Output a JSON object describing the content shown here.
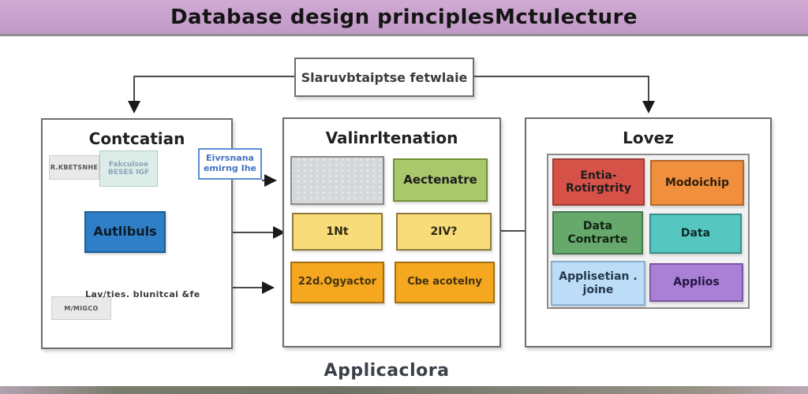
{
  "header": {
    "title": "Database design principlesMctulecture"
  },
  "top_box": {
    "label": "Slaruvbtaiptse fetwlaie"
  },
  "left_panel": {
    "title": "Contcatian",
    "tag_top": "R.KBETSNHE",
    "note": {
      "line1": "Fakculsoe",
      "line2": "BESES IGF"
    },
    "callout": {
      "line1": "Eivrsnana",
      "line2": "emirng Ihe"
    },
    "attribute_label": "Autlibuls",
    "tag_bottom": "M/MIGCO",
    "bottom_note": "Lav/ties. blunitcai &fe"
  },
  "middle_panel": {
    "title": "Valinrltenation",
    "green_label": "Aectenatre",
    "yellow1_label": "1Nt",
    "yellow2_label": "2IV?",
    "orange1_label": "22d.Ogyactor",
    "orange2_label": "Cbe acotelny"
  },
  "right_panel": {
    "title": "Lovez",
    "cells": [
      {
        "line1": "Entia-",
        "line2": "Rotirgtrity",
        "color": "#d65148"
      },
      {
        "line1": "Modoichip",
        "line2": "",
        "color": "#f08f3d"
      },
      {
        "line1": "Data",
        "line2": "Contrarte",
        "color": "#67a86c"
      },
      {
        "line1": "Data",
        "line2": "",
        "color": "#56c6c0"
      },
      {
        "line1": "Applisetian .",
        "line2": "joine",
        "color": "#bcdcf8"
      },
      {
        "line1": "Applios",
        "line2": "",
        "color": "#a980d6"
      }
    ]
  },
  "footer": {
    "label": "Applicaclora"
  },
  "colors": {
    "header_bg": "#c7a0cc",
    "attribute_blue": "#2e7fc6",
    "accent_green": "#a9c86b",
    "accent_yellow": "#f8dc7a",
    "accent_orange": "#f5a71f",
    "line": "#4a4a4a"
  }
}
